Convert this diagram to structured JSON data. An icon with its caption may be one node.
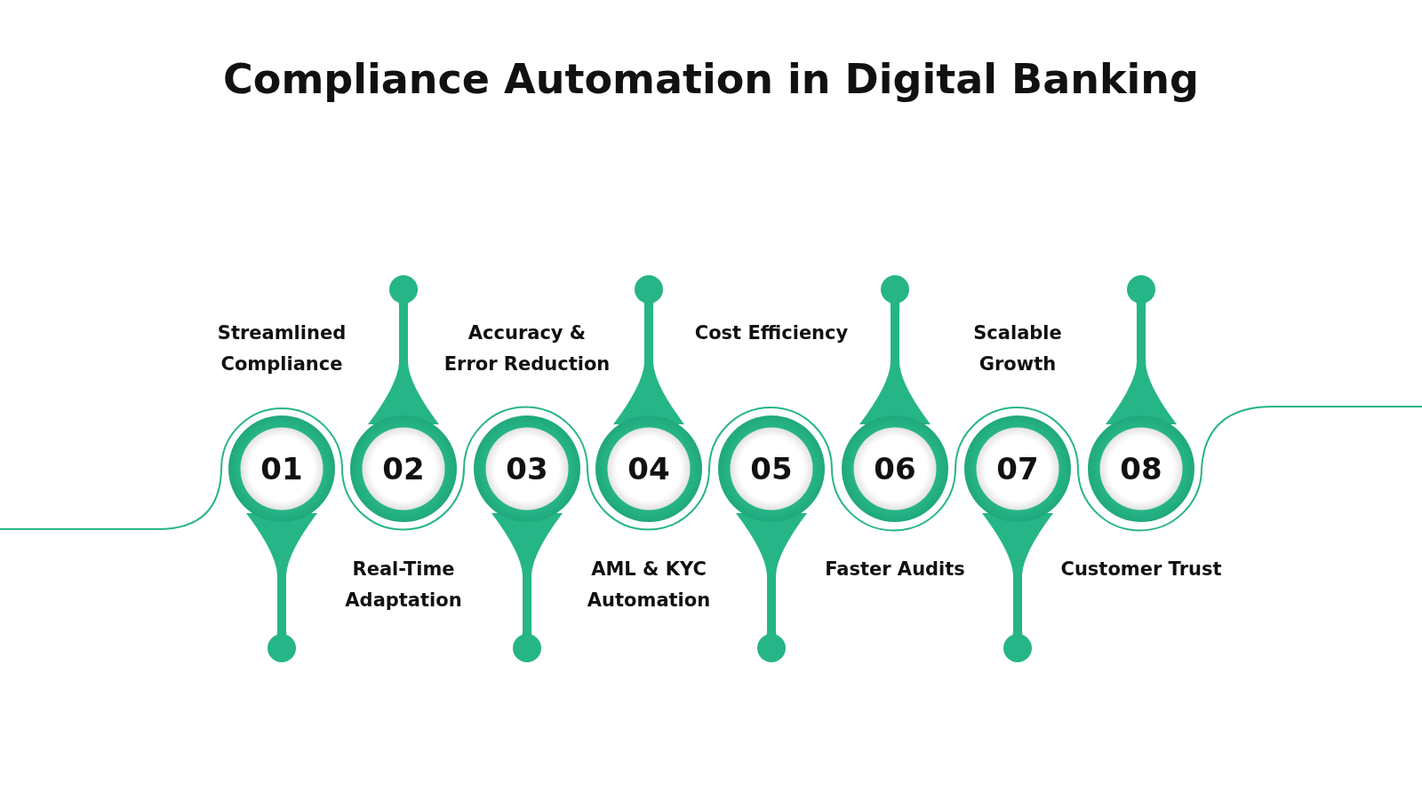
{
  "diagram": {
    "title": "Compliance Automation in Digital Banking",
    "nodes": [
      {
        "text": [
          "01"
        ],
        "beside": [
          "Streamlined Compliance"
        ]
      },
      {
        "text": [
          "02"
        ],
        "beside": [
          "Real-Time Adaptation"
        ]
      },
      {
        "text": [
          "03"
        ],
        "beside": [
          "Accuracy & Error Reduction"
        ]
      },
      {
        "text": [
          "04"
        ],
        "beside": [
          "AML & KYC Automation"
        ]
      },
      {
        "text": [
          "05"
        ],
        "beside": [
          "Cost Efficiency"
        ]
      },
      {
        "text": [
          "06"
        ],
        "beside": [
          "Faster Audits"
        ]
      },
      {
        "text": [
          "07"
        ],
        "beside": [
          "Scalable Growth"
        ]
      },
      {
        "text": [
          "08"
        ],
        "beside": [
          "Customer Trust"
        ]
      }
    ]
  }
}
